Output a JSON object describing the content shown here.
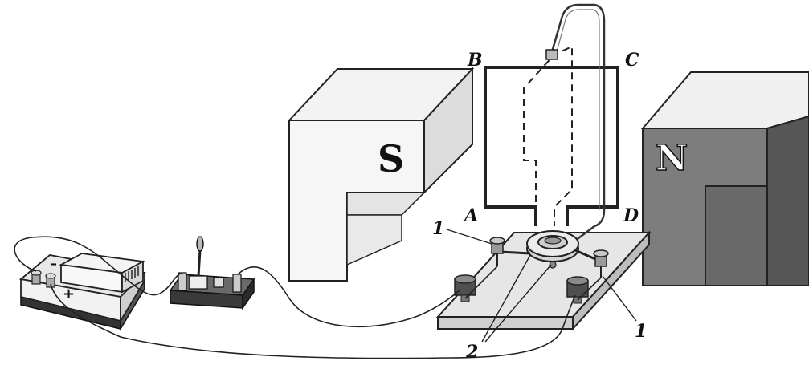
{
  "magnets": {
    "south": {
      "label": "S"
    },
    "north": {
      "label": "N"
    }
  },
  "frame": {
    "corner_a": "A",
    "corner_b": "B",
    "corner_c": "C",
    "corner_d": "D"
  },
  "callouts": {
    "terminal_left": "1",
    "terminal_right": "1",
    "rings": "2"
  },
  "battery": {
    "minus": "–",
    "plus": "+"
  },
  "colors": {
    "light_face": "#f2f2f2",
    "mid_face": "#dadada",
    "dark_face": "#7a7a7a",
    "darker_face": "#5c5c5c",
    "line": "#222222"
  }
}
